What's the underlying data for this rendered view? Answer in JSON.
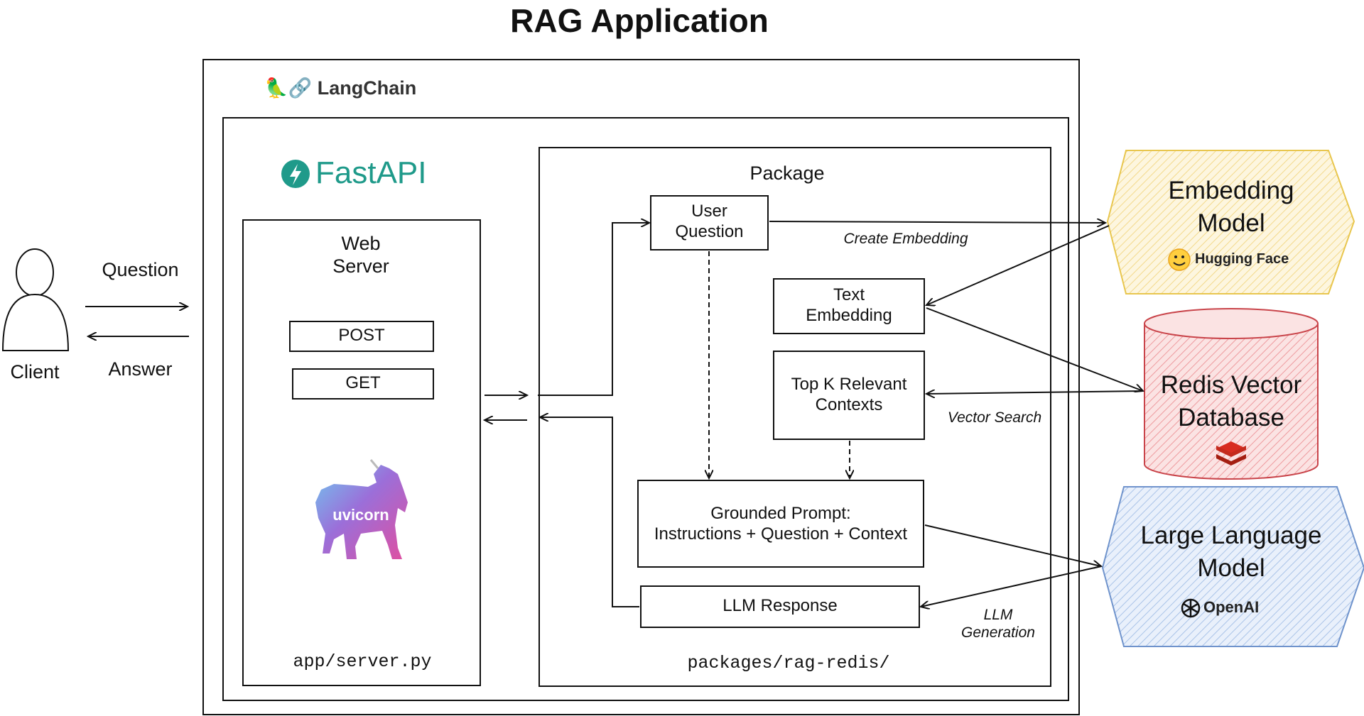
{
  "title": "RAG Application",
  "langchain": {
    "label": "LangChain"
  },
  "fastapi": {
    "label": "FastAPI"
  },
  "client": {
    "label": "Client"
  },
  "flow": {
    "question": "Question",
    "answer": "Answer"
  },
  "web_server": {
    "title": [
      "Web",
      "Server"
    ],
    "post_label": "POST",
    "get_label": "GET",
    "uvicorn_label": "uvicorn",
    "path": "app/server.py"
  },
  "package": {
    "title": "Package",
    "user_question": [
      "User",
      "Question"
    ],
    "text_embedding": [
      "Text",
      "Embedding"
    ],
    "top_k": [
      "Top K Relevant",
      "Contexts"
    ],
    "grounded_prompt": [
      "Grounded Prompt:",
      "Instructions + Question + Context"
    ],
    "llm_response": "LLM Response",
    "path": "packages/rag-redis/"
  },
  "edges": {
    "create_embedding": "Create Embedding",
    "vector_search": "Vector Search",
    "llm_generation": [
      "LLM",
      "Generation"
    ]
  },
  "embedding_model": {
    "title": [
      "Embedding",
      "Model"
    ],
    "brand": "Hugging Face"
  },
  "redis": {
    "title": [
      "Redis Vector",
      "Database"
    ]
  },
  "llm": {
    "title": [
      "Large Language",
      "Model"
    ],
    "brand": "OpenAI"
  },
  "colors": {
    "embedding_fill": "#fbefc8",
    "embedding_stroke": "#e8c64e",
    "redis_fill": "#f6cccc",
    "redis_stroke": "#c9444a",
    "llm_fill": "#d3e2f6",
    "llm_stroke": "#6f93cc",
    "fastapi_teal": "#1f9a8a"
  }
}
